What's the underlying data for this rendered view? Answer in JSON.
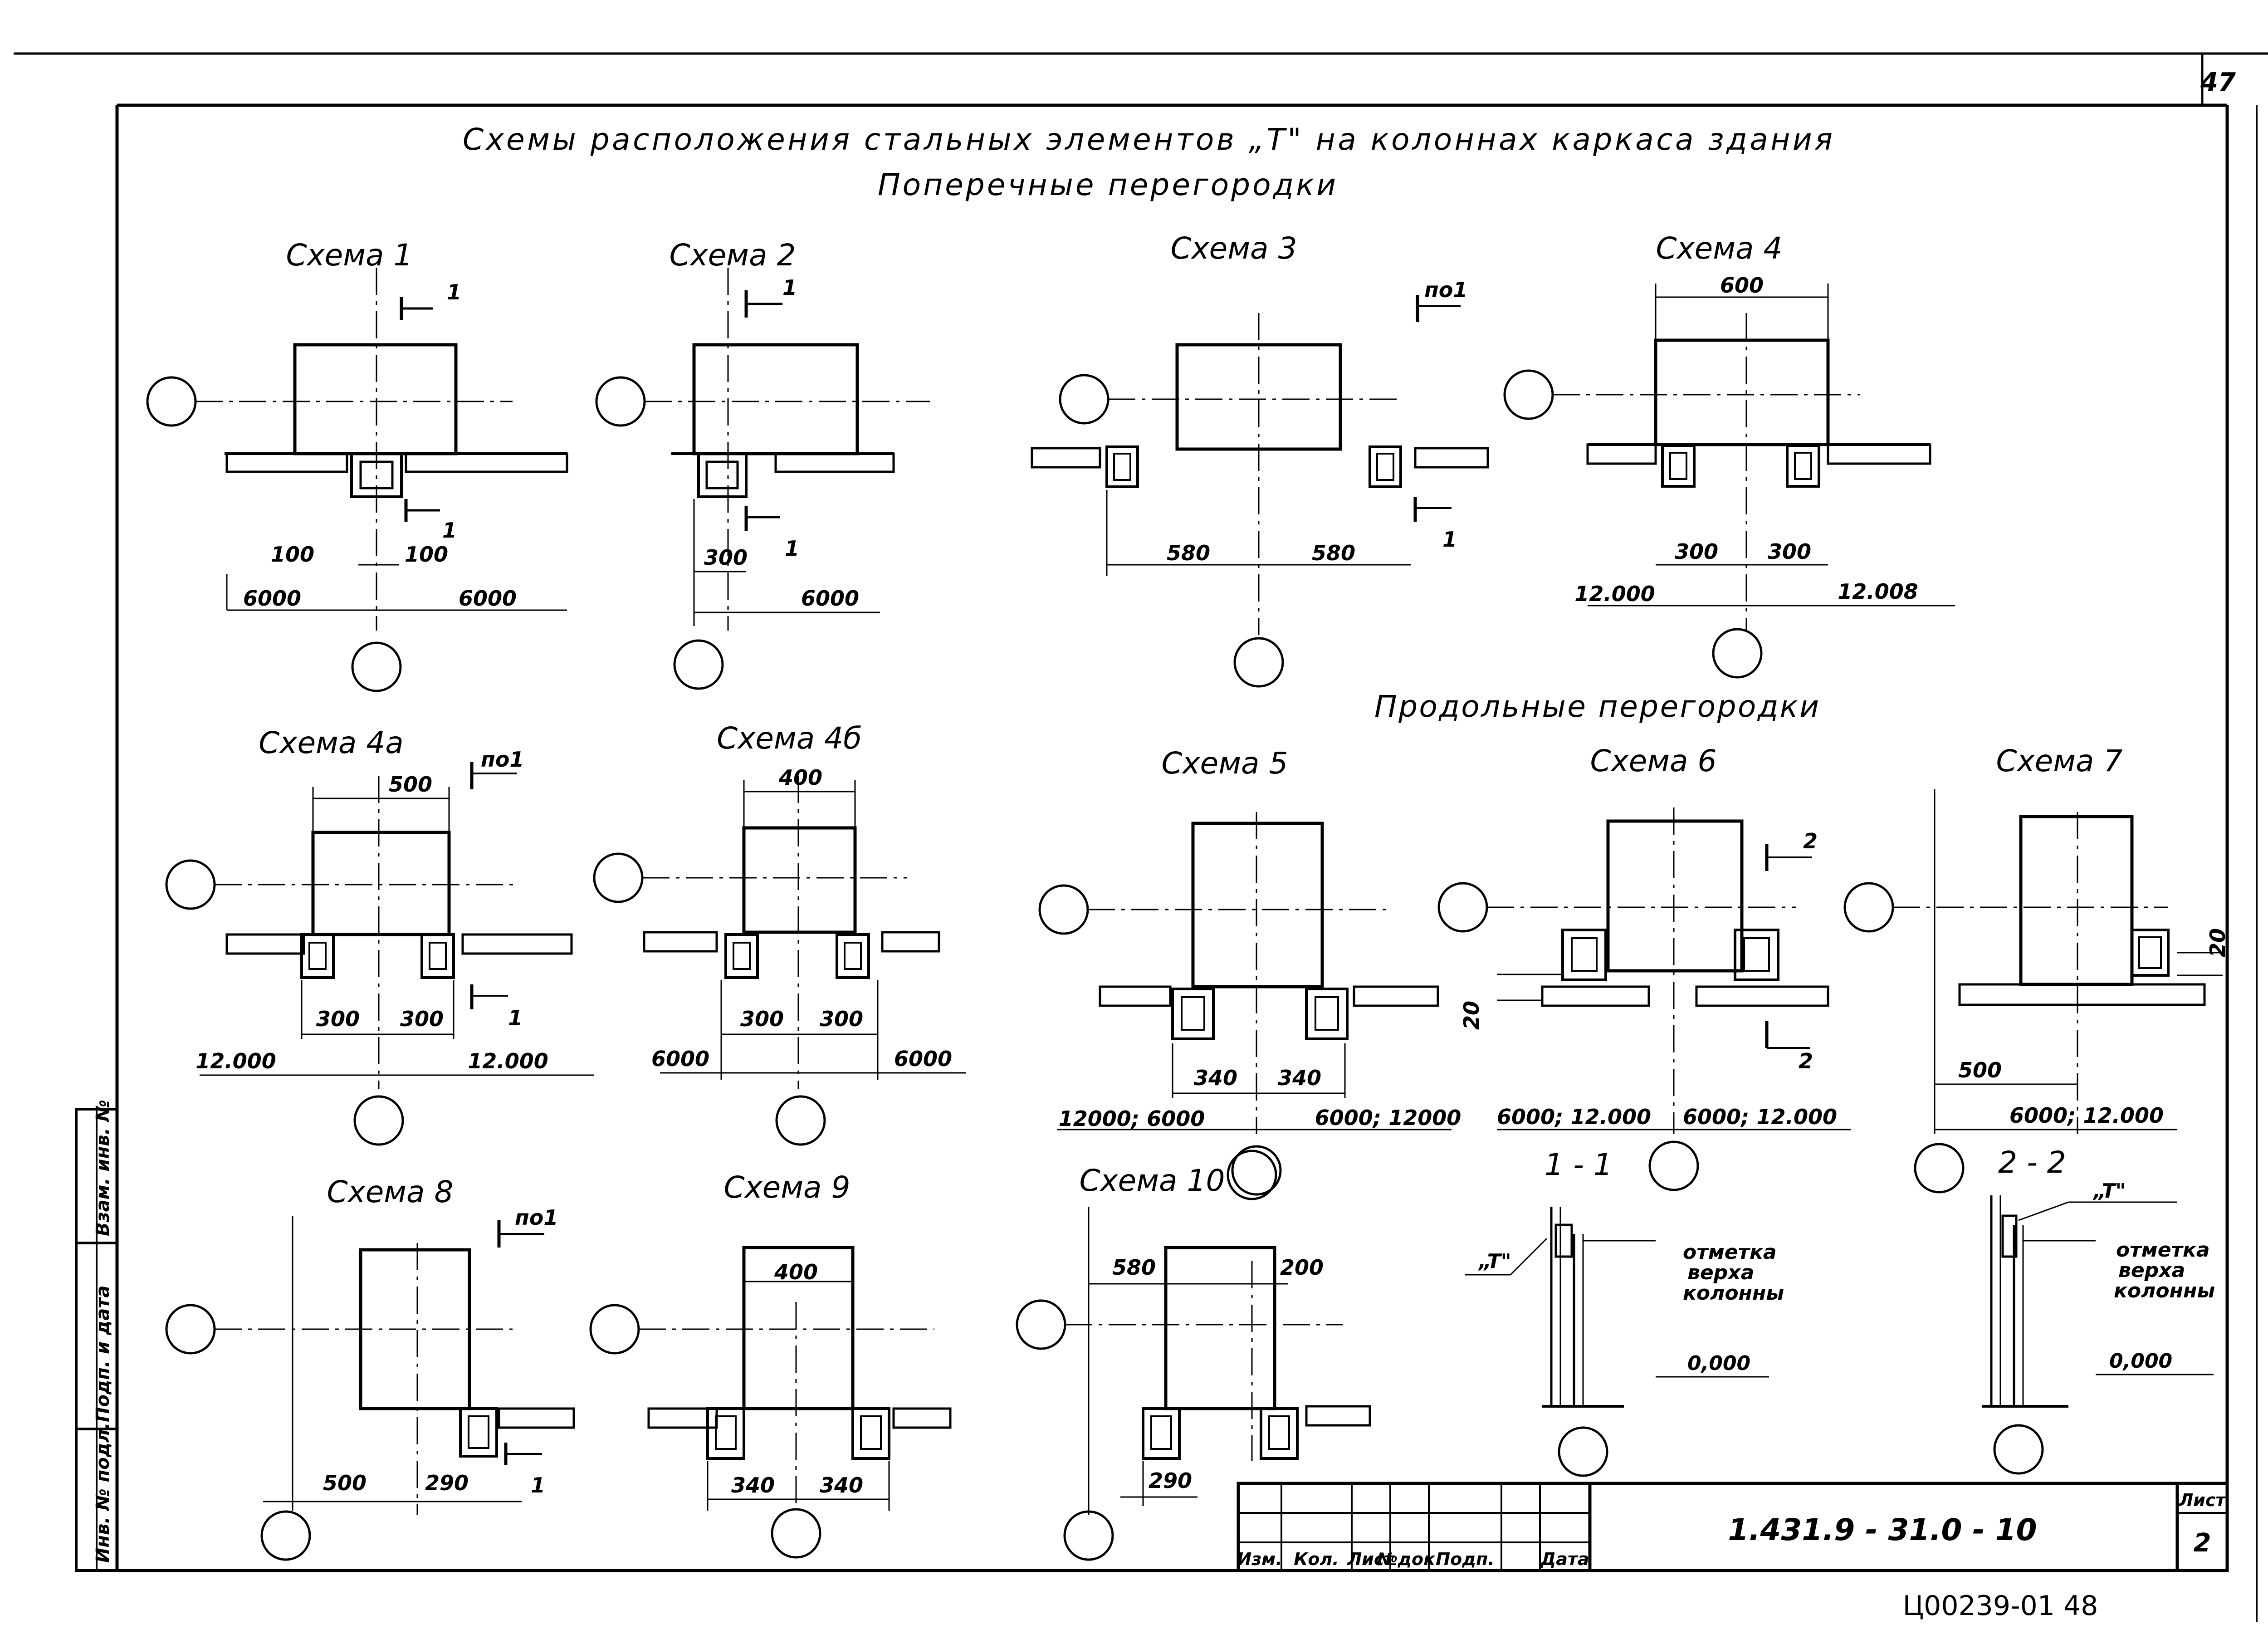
{
  "page": {
    "number": "47"
  },
  "titles": {
    "main": "Схемы расположения стальных элементов „Т\" на колоннах каркаса здания",
    "transverse": "Поперечные перегородки",
    "longitudinal": "Продольные перегородки"
  },
  "schemes": {
    "s1": {
      "title": "Схема 1",
      "cut": "1",
      "cut_bottom": "1",
      "d1": "100",
      "d2": "100",
      "spanL": "6000",
      "spanR": "6000"
    },
    "s2": {
      "title": "Схема 2",
      "cut": "1",
      "cut_bottom": "1",
      "d1": "300",
      "span": "6000"
    },
    "s3": {
      "title": "Схема 3",
      "ref": "по1",
      "cut_bottom": "1",
      "d1": "580",
      "d2": "580"
    },
    "s4": {
      "title": "Схема 4",
      "top": "600",
      "d1": "300",
      "d2": "300",
      "spanL": "12.000",
      "spanR": "12.008"
    },
    "s4a": {
      "title": "Схема 4а",
      "top": "500",
      "ref": "по1",
      "cut_bottom": "1",
      "d1": "300",
      "d2": "300",
      "spanL": "12.000",
      "spanR": "12.000"
    },
    "s4b": {
      "title": "Схема 4б",
      "top": "400",
      "d1": "300",
      "d2": "300",
      "spanL": "6000",
      "spanR": "6000"
    },
    "s5": {
      "title": "Схема 5",
      "d1": "340",
      "d2": "340",
      "spanL": "12000; 6000",
      "spanR": "6000; 12000"
    },
    "s6": {
      "title": "Схема 6",
      "cut": "2",
      "cut_bottom": "2",
      "side": "20",
      "spanL": "6000; 12.000",
      "spanR": "6000; 12.000"
    },
    "s7": {
      "title": "Схема 7",
      "side": "20",
      "d1": "500",
      "span": "6000; 12.000"
    },
    "s8": {
      "title": "Схема 8",
      "ref": "по1",
      "cut_bottom": "1",
      "d1": "500",
      "d2": "290"
    },
    "s9": {
      "title": "Схема 9",
      "top": "400",
      "d1": "340",
      "d2": "340"
    },
    "s10": {
      "title": "Схема 10",
      "d1": "580",
      "d2": "200",
      "d3": "290"
    },
    "sec1": {
      "title": "1 - 1",
      "elem": "„T\"",
      "mark1": "отметка",
      "mark2": "верха",
      "mark3": "колонны",
      "zero": "0,000"
    },
    "sec2": {
      "title": "2 - 2",
      "elem": "„T\"",
      "mark1": "отметка",
      "mark2": "верха",
      "mark3": "колонны",
      "zero": "0,000"
    }
  },
  "sidebar": {
    "f1": "Инв. № подл.",
    "f2": "Подп. и дата",
    "f3": "Взам. инв. №"
  },
  "stamp": {
    "code": "1.431.9 - 31.0 - 10",
    "sheet_label": "Лист",
    "sheet_no": "2",
    "cols": [
      "Изм.",
      "Кол.",
      "Лист",
      "№док.",
      "Подп.",
      "Дата"
    ],
    "archive": "Ц00239-01 48"
  }
}
